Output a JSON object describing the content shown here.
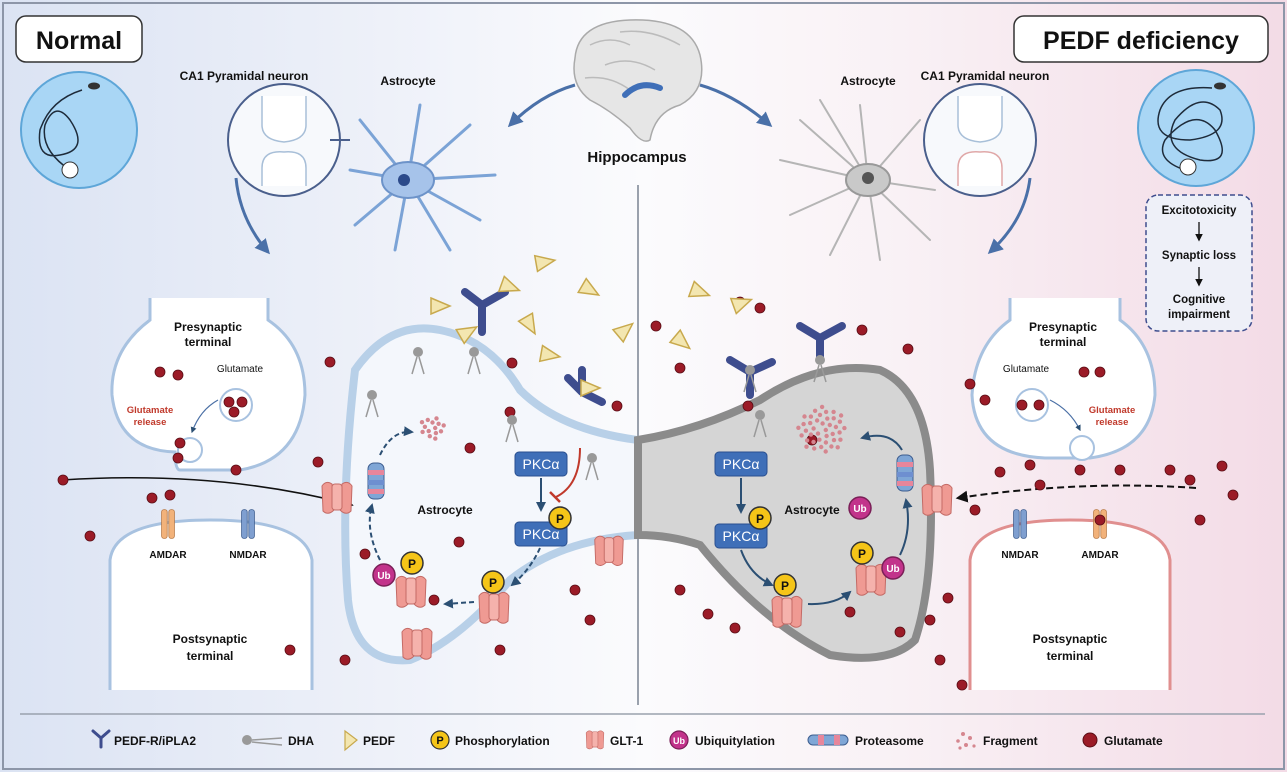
{
  "panels": {
    "left_title": "Normal",
    "right_title": "PEDF deficiency"
  },
  "top": {
    "hippocampus": "Hippocampus",
    "left_neuron": "CA1 Pyramidal neuron",
    "left_astro": "Astrocyte",
    "right_astro": "Astrocyte",
    "right_neuron": "CA1 Pyramidal neuron"
  },
  "consequences": [
    "Excitotoxicity",
    "Synaptic loss",
    "Cognitive",
    "impairment"
  ],
  "left": {
    "pre_line1": "Presynaptic",
    "pre_line2": "terminal",
    "glutamate": "Glutamate",
    "release1": "Glutamate",
    "release2": "release",
    "amdar": "AMDAR",
    "nmdar": "NMDAR",
    "post_line1": "Postsynaptic",
    "post_line2": "terminal",
    "astrocyte": "Astrocyte",
    "pkc1": "PKCα",
    "pkc2": "PKCα"
  },
  "right": {
    "pre_line1": "Presynaptic",
    "pre_line2": "terminal",
    "glutamate": "Glutamate",
    "release1": "Glutamate",
    "release2": "release",
    "nmdar": "NMDAR",
    "amdar": "AMDAR",
    "post_line1": "Postsynaptic",
    "post_line2": "terminal",
    "astrocyte": "Astrocyte",
    "pkc1": "PKCα",
    "pkc2": "PKCα"
  },
  "marks": {
    "p": "P",
    "ub": "Ub"
  },
  "legend": {
    "pedf_r": "PEDF-R/iPLA2",
    "dha": "DHA",
    "pedf": "PEDF",
    "phos": "Phosphorylation",
    "glt1": "GLT-1",
    "ubiq": "Ubiquitylation",
    "proteasome": "Proteasome",
    "fragment": "Fragment",
    "glutamate": "Glutamate"
  },
  "colors": {
    "glutamate": "#9b1b27",
    "pkc": "#3f6fb8",
    "phos": "#f5c518",
    "ub": "#c2338b",
    "glt1": "#ef9a93",
    "receptor": "#3e4d8e",
    "pedf": "#f3e6b0",
    "red_line": "#c0392b"
  }
}
